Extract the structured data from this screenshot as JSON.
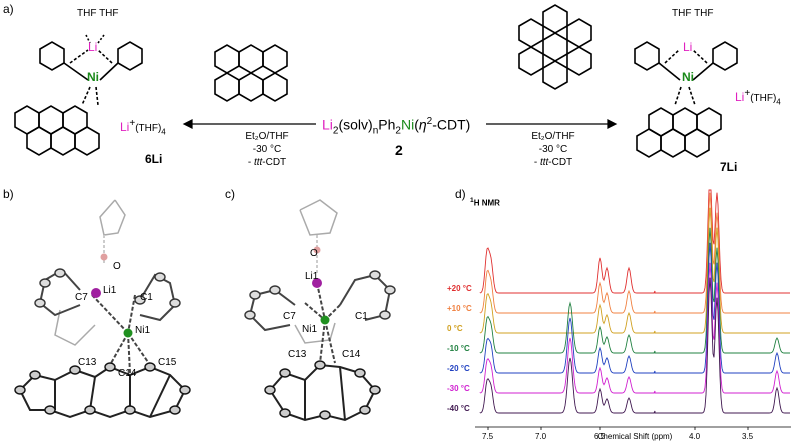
{
  "panel_labels": {
    "a": "a)",
    "b": "b)",
    "c": "c)",
    "d": "d)"
  },
  "scheme": {
    "center_reagent": {
      "li": "Li",
      "sub2": "2",
      "solv": "(solv)",
      "subn": "n",
      "ph": "Ph",
      "sub2b": "2",
      "ni": "Ni",
      "paren_open": "(",
      "eta": "η",
      "sup2": "2",
      "cdt": "-CDT)"
    },
    "center_number": "2",
    "left_conditions": {
      "solvent": "Et₂O/THF",
      "temp": "-30 °C",
      "minus": "- ",
      "ttt": "ttt",
      "cdt": "-CDT"
    },
    "right_conditions": {
      "solvent": "Et₂O/THF",
      "temp": "-30 °C",
      "minus": "- ",
      "ttt": "ttt",
      "cdt": "-CDT"
    },
    "left_product": {
      "label": "6Li",
      "counter_li": "Li",
      "counter_sup": "+",
      "counter_thf": "(THF)",
      "counter_sub": "4",
      "thf1": "THF",
      "thf2": "THF",
      "li": "Li",
      "ni": "Ni"
    },
    "right_product": {
      "label": "7Li",
      "counter_li": "Li",
      "counter_sup": "+",
      "counter_thf": "(THF)",
      "counter_sub": "4",
      "thf1": "THF",
      "thf2": "THF",
      "li": "Li",
      "ni": "Ni"
    }
  },
  "crystal_b": {
    "O": "O",
    "Li1": "Li1",
    "C7": "C7",
    "C1": "C1",
    "Ni1": "Ni1",
    "C13": "C13",
    "C14": "C14",
    "C15": "C15"
  },
  "crystal_c": {
    "O": "O",
    "Li1": "Li1",
    "C7": "C7",
    "C1": "C1",
    "Ni1": "Ni1",
    "C13": "C13",
    "C14": "C14"
  },
  "nmr": {
    "title_sup": "1",
    "title": "H NMR",
    "xlabel": "Chemical Shift (ppm)",
    "ticks": [
      "7.5",
      "7.0",
      "6.5",
      "4.0",
      "3.5"
    ],
    "temperatures": [
      {
        "label": "+20 °C",
        "color": "#e03030"
      },
      {
        "label": "+10 °C",
        "color": "#f08040"
      },
      {
        "label": "0 °C",
        "color": "#d0a020"
      },
      {
        "label": "-10 °C",
        "color": "#208040"
      },
      {
        "label": "-20 °C",
        "color": "#2040c0"
      },
      {
        "label": "-30 °C",
        "color": "#d020d0"
      },
      {
        "label": "-40 °C",
        "color": "#401850"
      }
    ]
  }
}
